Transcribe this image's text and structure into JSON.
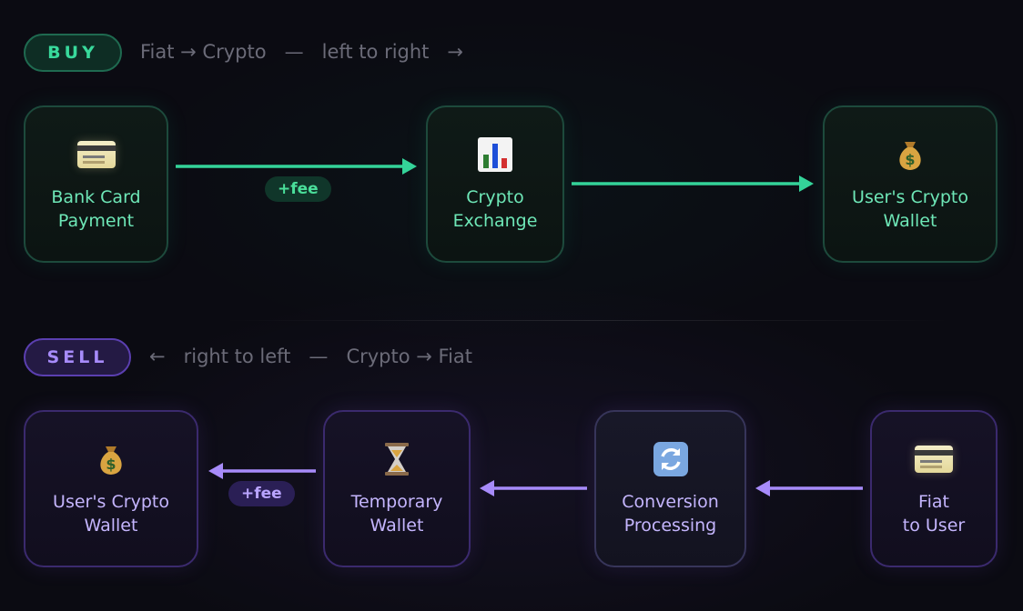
{
  "colors": {
    "buy_accent": "#38d99b",
    "sell_accent": "#a78bfa",
    "background": "#0b0b12"
  },
  "buy": {
    "badge": "BUY",
    "caption": "Fiat → Crypto   —   left to right   →",
    "fee_label": "+fee",
    "nodes": [
      {
        "icon": "credit-card-icon",
        "label": "Bank Card\nPayment"
      },
      {
        "icon": "bar-chart-icon",
        "label": "Crypto\nExchange"
      },
      {
        "icon": "money-bag-icon",
        "label": "User's Crypto\nWallet"
      }
    ]
  },
  "sell": {
    "badge": "SELL",
    "caption": "←   right to left   —   Crypto → Fiat",
    "fee_label": "+fee",
    "nodes": [
      {
        "icon": "money-bag-icon",
        "label": "User's Crypto\nWallet"
      },
      {
        "icon": "hourglass-icon",
        "label": "Temporary\nWallet"
      },
      {
        "icon": "refresh-icon",
        "label": "Conversion\nProcessing"
      },
      {
        "icon": "credit-card-icon",
        "label": "Fiat\nto User"
      }
    ]
  }
}
